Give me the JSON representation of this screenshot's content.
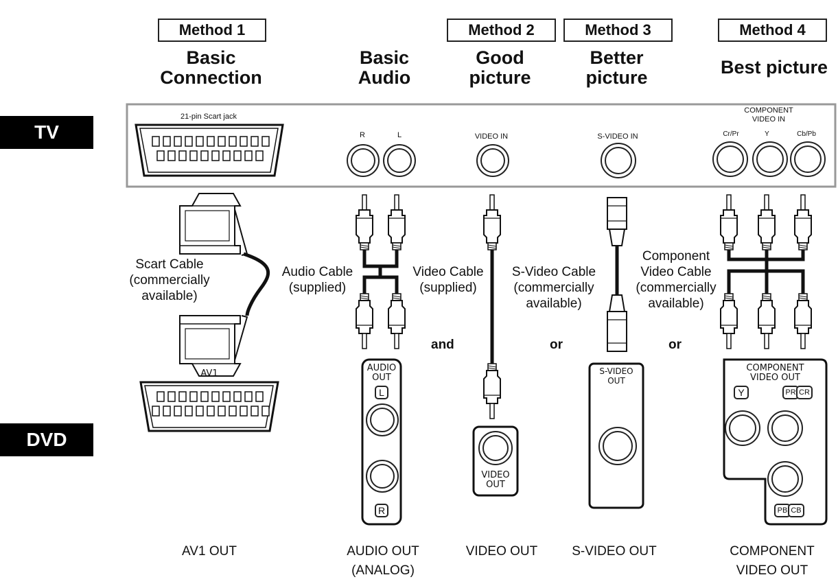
{
  "methods": {
    "m1": "Method 1",
    "m2": "Method 2",
    "m3": "Method 3",
    "m4": "Method 4"
  },
  "headings": {
    "basic_connection": [
      "Basic",
      "Connection"
    ],
    "basic_audio": [
      "Basic",
      "Audio"
    ],
    "good_picture": [
      "Good",
      "picture"
    ],
    "better_picture": [
      "Better",
      "picture"
    ],
    "best_picture": "Best picture"
  },
  "side_labels": {
    "tv": "TV",
    "dvd": "DVD"
  },
  "tv_panel": {
    "scart_label": "21-pin Scart jack",
    "r": "R",
    "l": "L",
    "video_in": "VIDEO IN",
    "svideo_in": "S-VIDEO IN",
    "component_title": [
      "COMPONENT",
      "VIDEO IN"
    ],
    "cr_pr": "Cr/Pr",
    "y": "Y",
    "cb_pb": "Cb/Pb"
  },
  "cable_labels": {
    "scart": [
      "Scart Cable",
      "(commercially",
      "available)"
    ],
    "audio": [
      "Audio Cable",
      "(supplied)"
    ],
    "video": [
      "Video Cable",
      "(supplied)"
    ],
    "svideo": [
      "S-Video Cable",
      "(commercially",
      "available)"
    ],
    "component": [
      "Component",
      "Video Cable",
      "(commercially",
      "available)"
    ]
  },
  "conjunctions": {
    "and": "and",
    "or1": "or",
    "or2": "or"
  },
  "dvd_panel": {
    "av1": "AV1",
    "audio_out": [
      "AUDIO",
      "OUT"
    ],
    "l": "L",
    "r": "R",
    "video_out": [
      "VIDEO",
      "OUT"
    ],
    "svideo_out": [
      "S-VIDEO",
      "OUT"
    ],
    "component_out": [
      "COMPONENT",
      "VIDEO OUT"
    ],
    "y": "Y",
    "pr_cr": [
      "PR",
      "CR"
    ],
    "pb_cb": [
      "PB",
      "CB"
    ]
  },
  "bottom_labels": {
    "av1_out": "AV1 OUT",
    "audio_out": [
      "AUDIO OUT",
      "(ANALOG)"
    ],
    "video_out": "VIDEO OUT",
    "svideo_out": "S-VIDEO OUT",
    "component_out": [
      "COMPONENT",
      "VIDEO OUT"
    ]
  }
}
